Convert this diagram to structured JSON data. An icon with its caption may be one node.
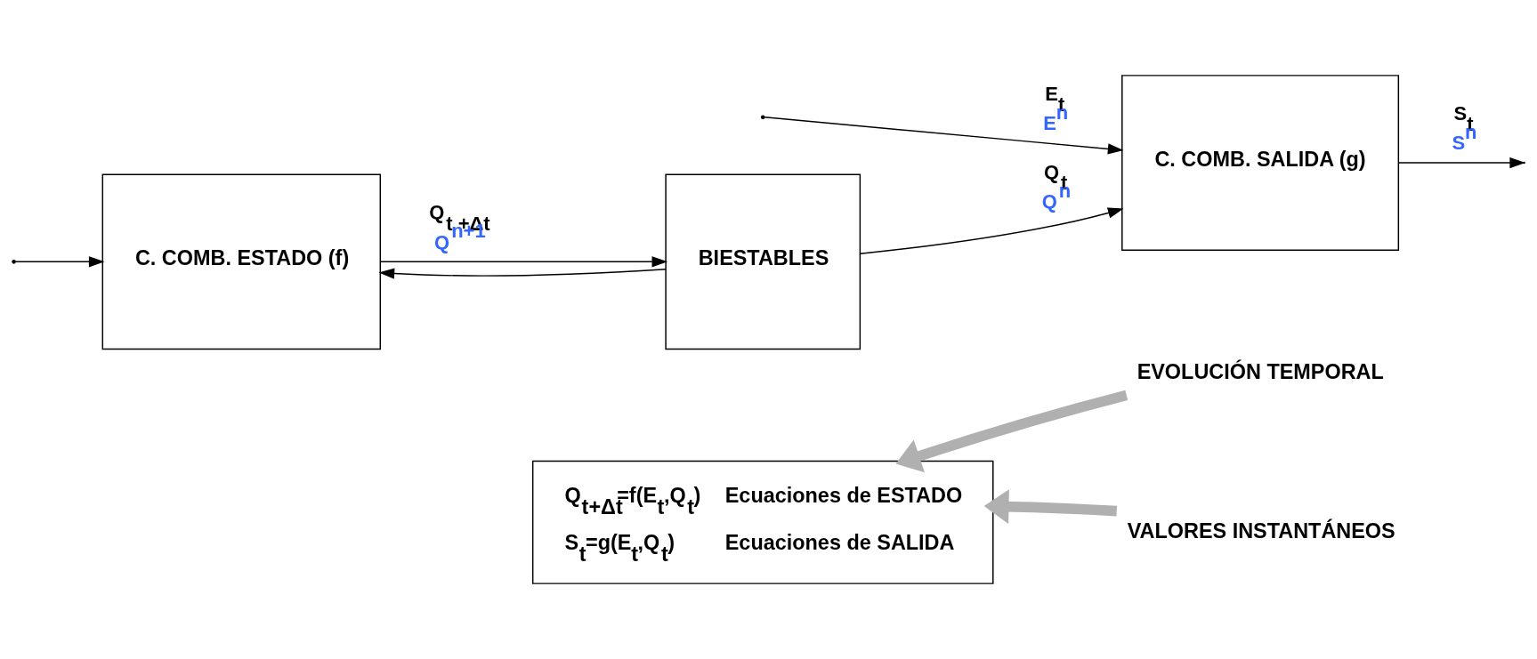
{
  "diagram": {
    "nodes": [
      {
        "text": [
          "C. COMB. ESTADO (f)"
        ]
      },
      {
        "text": [
          "BIESTABLES"
        ]
      },
      {
        "text": [
          "C. COMB. SALIDA (g)"
        ]
      },
      {
        "text": [
          "Q$_{t+Δt}$=f(E$_{t}$,Q$_{t}$)",
          "Ecuaciones de ESTADO",
          "S$_{t}$=g(E$_{t}$,Q$_{t}$)",
          "Ecuaciones de SALIDA"
        ]
      },
      {
        "text": [
          "EVOLUCIÓN TEMPORAL"
        ]
      },
      {
        "text": [
          "VALORES INSTANTÁNEOS"
        ]
      }
    ],
    "edges": [
      {
        "from": null,
        "to": 2,
        "arrow": "to",
        "label": "E$_{t}$"
      },
      {
        "from": null,
        "to": 0,
        "arrow": "to"
      },
      {
        "from": 0,
        "to": 1,
        "arrow": "to",
        "label": "Q$_{t +Δt}$"
      },
      {
        "from": 1,
        "to": 2,
        "arrow": "to",
        "label": "Q$_{t}$"
      },
      {
        "from": 1,
        "to": 0,
        "arrow": "to"
      },
      {
        "from": 2,
        "to": null,
        "arrow": "to",
        "label": "S$_{t}$"
      },
      {
        "from": 4,
        "to": 3,
        "arrow": "to",
        "style": "thick",
        "color": "#b0b0b0"
      },
      {
        "from": 5,
        "to": 3,
        "arrow": "to",
        "style": "thick",
        "color": "#b0b0b0"
      }
    ],
    "labels": [
      "E$^{n}$",
      "Q$^{n+1}$",
      "Q$^{n}$",
      "S$^{n}$"
    ]
  }
}
